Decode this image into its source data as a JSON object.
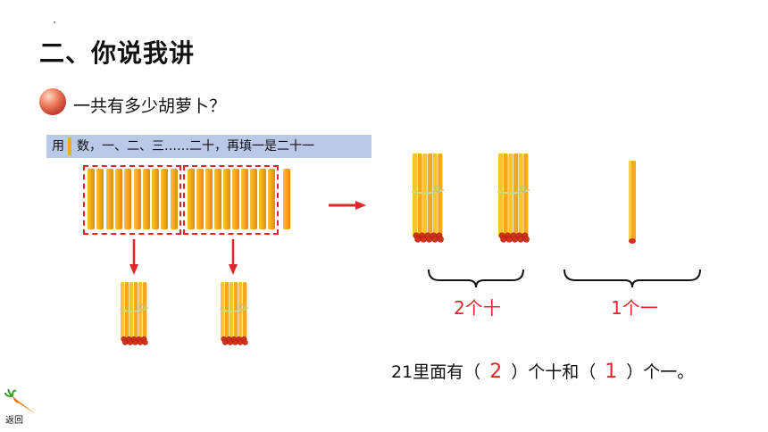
{
  "heading": "二、你说我讲",
  "question": "一共有多少胡萝卜？",
  "instruction": {
    "before": "用",
    "after": "数，一、二、三……二十，再填一是二十一"
  },
  "labels": {
    "tens": "2个十",
    "ones": "1个一"
  },
  "answer": {
    "part1": "21里面有（",
    "value1": "2",
    "part2": "）个十和（",
    "value2": "1",
    "part3": "）个一。"
  },
  "back_button": "返回",
  "colors": {
    "accent_red": "#e0262c",
    "stick_orange": "#f5a81e",
    "banner_blue": "#b9c9e6"
  },
  "icons": [
    "ball-icon",
    "stick-icon",
    "bundle-icon",
    "arrow-right-icon",
    "arrow-down-icon",
    "brace-icon",
    "carrot-icon"
  ]
}
